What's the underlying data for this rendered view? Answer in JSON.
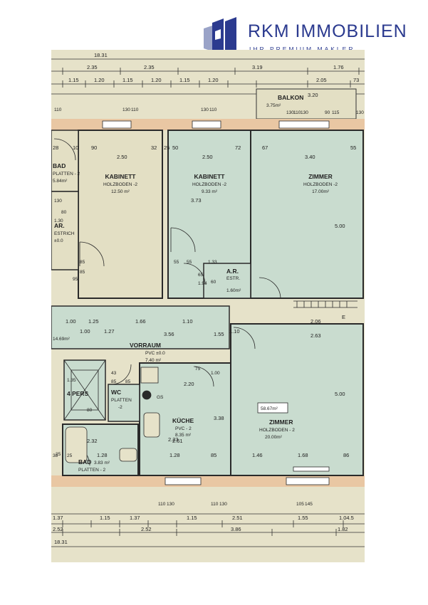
{
  "brand": {
    "name": "RKM IMMOBILIEN",
    "tagline": "IHR PREMIUM MAKLER",
    "color": "#2b3a8f"
  },
  "plan": {
    "colors": {
      "paper": "#e6e2c9",
      "wall": "#e9c7a3",
      "room_green": "#c9dccf",
      "room_cream": "#e3dfc4",
      "line": "#2a2a2a"
    },
    "total_area": "58.67m²",
    "rooms": {
      "balkon": {
        "name": "BALKON",
        "area": "3.75m²"
      },
      "kab1": {
        "name": "KABINETT",
        "floor": "HOLZBODEN -2",
        "area": "12.50 m²"
      },
      "kab2": {
        "name": "KABINETT",
        "floor": "HOLZBODEN -2",
        "area": "9.33 m²"
      },
      "zimmer1": {
        "name": "ZIMMER",
        "floor": "HOLZBODEN -2",
        "area": "17.00m²"
      },
      "bad_top": {
        "name": "BAD",
        "floor": "PLATTEN - 2",
        "area": "5.84m²"
      },
      "ar_left": {
        "name": "AR.",
        "floor": "ESTRICH",
        "area": "±0.0"
      },
      "ar_mid": {
        "name": "A.R.",
        "floor": "ESTR.",
        "area": "1.60m²"
      },
      "vorraum": {
        "name": "VORRAUM",
        "floor": "PVC ±0.0",
        "area": "7.40 m²"
      },
      "wc": {
        "name": "WC",
        "floor": "PLATTEN",
        "area": "-2"
      },
      "kueche": {
        "name": "KÜCHE",
        "floor": "PVC - 2",
        "area": "8.35 m²"
      },
      "zimmer2": {
        "name": "ZIMMER",
        "floor": "HOLZBODEN - 2",
        "area": "20.00m²"
      },
      "bad_bot": {
        "name": "BAD",
        "floor": "PLATTEN - 2",
        "area": "3.83 m²"
      },
      "left_area": {
        "area": "14.69m²"
      },
      "pers": {
        "label": "4 PERS"
      },
      "gs": {
        "label": "GS"
      }
    },
    "dims": {
      "top_total": "18.31",
      "top_row1": [
        "2.35",
        "2.35",
        "3.19",
        "1.76"
      ],
      "top_row2": [
        "1.15",
        "1.20",
        "1.15",
        "1.20",
        "1.15",
        "1.20",
        "2.05",
        "73"
      ],
      "balkon_w": "3.20",
      "top_small": [
        "110",
        "130",
        "110",
        "130",
        "110",
        "130",
        "110",
        "130",
        "90",
        "115",
        "130"
      ],
      "row_a": [
        "28",
        "10",
        "90",
        "2.50",
        "32",
        "25",
        "50",
        "2.50",
        "72",
        "67",
        "3.40",
        "55"
      ],
      "v_left": [
        "130",
        "80",
        "1.30",
        "85",
        "95"
      ],
      "v_right": [
        "5.00",
        "3.73",
        "5.00",
        "3.38",
        "2.23",
        "1.94"
      ],
      "mid_row": [
        "1.00",
        "1.25",
        "1.66",
        "1.10",
        "2.06",
        "E"
      ],
      "mid_row2": [
        "1.00",
        "1.27",
        "3.56",
        "1.55",
        "2.63",
        "1.10"
      ],
      "inner": [
        "55",
        "55",
        "1.33",
        "65",
        "85",
        "60",
        "43",
        "85",
        "85",
        "2.20",
        "1.00",
        "80",
        "1.35",
        "25",
        "2.32",
        "2.61",
        "75"
      ],
      "bottom_row1": [
        "25",
        "38",
        "1.28",
        "1.28",
        "85",
        "1.46",
        "1.68",
        "86"
      ],
      "bottom_small": [
        "110",
        "130",
        "110",
        "130",
        "105",
        "145"
      ],
      "bottom_row2": [
        "1.37",
        "1.15",
        "1.37",
        "1.15",
        "2.51",
        "1.55",
        "1.04.5"
      ],
      "bottom_row3": [
        "2.52",
        "2.52",
        "3.86",
        "1.82"
      ],
      "bottom_total": "18.31"
    }
  }
}
